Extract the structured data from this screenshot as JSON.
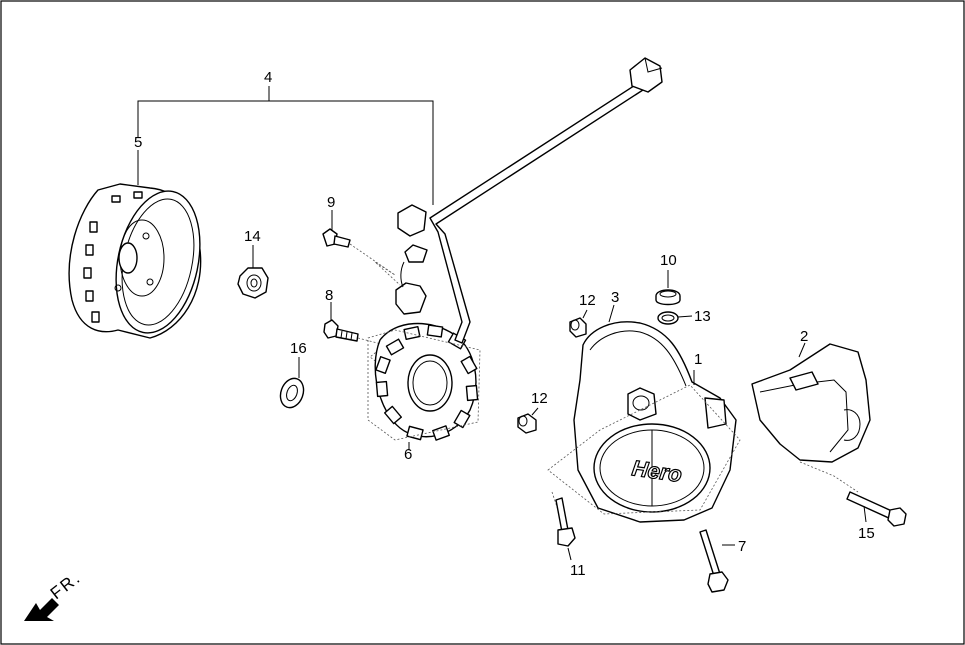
{
  "callouts": {
    "c1": "1",
    "c2": "2",
    "c3": "3",
    "c4": "4",
    "c5": "5",
    "c6": "6",
    "c7": "7",
    "c8": "8",
    "c9": "9",
    "c10": "10",
    "c11": "11",
    "c12a": "12",
    "c12b": "12",
    "c13": "13",
    "c14": "14",
    "c15": "15",
    "c16": "16"
  },
  "cover_logo": "Hero",
  "direction_label": "FR.",
  "colors": {
    "line": "#000000",
    "background": "#ffffff"
  }
}
